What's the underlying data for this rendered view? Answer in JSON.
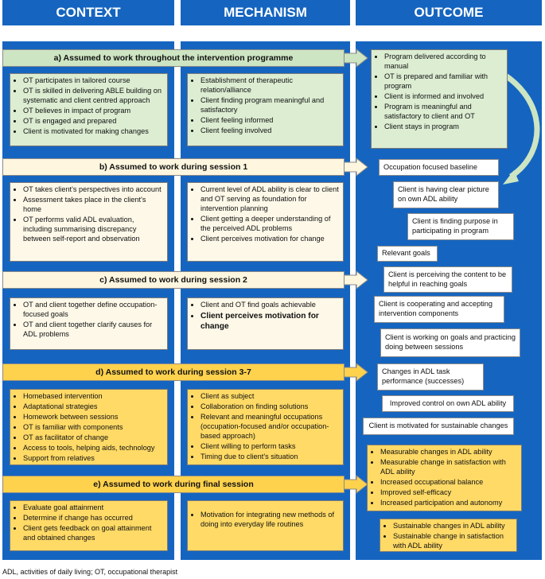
{
  "headers": {
    "context": "CONTEXT",
    "mechanism": "MECHANISM",
    "outcome": "OUTCOME"
  },
  "banners": [
    "a) Assumed to work throughout the intervention programme",
    "b) Assumed to work during session 1",
    "c) Assumed to work during session 2",
    "d) Assumed to work during session 3-7",
    "e) Assumed to work during final session"
  ],
  "context": {
    "a": [
      "OT participates in tailored course",
      "OT is skilled in delivering ABLE building on systematic and client centred approach",
      "OT believes in impact of program",
      "OT is engaged and prepared",
      "Client is motivated for making changes"
    ],
    "b": [
      "OT takes client's perspectives into account",
      "Assessment takes place in the client's home",
      "OT performs valid ADL evaluation, including summarising discrepancy between self-report and observation"
    ],
    "c": [
      "OT and client together define occupation-focused goals",
      "OT and client together clarify causes for ADL problems"
    ],
    "d": [
      "Homebased intervention",
      "Adaptational strategies",
      "Homework between sessions",
      "OT is familiar with components",
      "OT as facilitator of change",
      "Access to tools, helping aids, technology",
      "Support from relatives"
    ],
    "e": [
      "Evaluate goal attainment",
      "Determine if change has occurred",
      "Client gets feedback on goal attainment and obtained changes"
    ]
  },
  "mechanism": {
    "a": [
      "Establishment of therapeutic relation/alliance",
      "Client finding program meaningful and satisfactory",
      "Client feeling informed",
      "Client feeling involved"
    ],
    "b": [
      "Current level of ADL ability is clear to client and OT serving as foundation for intervention planning",
      "Client getting a deeper understanding of the perceived ADL problems",
      "Client perceives motivation for change"
    ],
    "c": [
      "Client and OT find goals achievable",
      "Client perceives motivation for change"
    ],
    "d": [
      "Client as subject",
      "Collaboration on finding solutions",
      "Relevant and meaningful occupations (occupation-focused and/or occupation-based approach)",
      "Client willing to perform tasks",
      "Timing due to client's situation"
    ],
    "e": [
      "Motivation for integrating new methods of doing into everyday life routines"
    ]
  },
  "outcome": {
    "a": [
      "Program delivered according to manual",
      "OT is prepared and familiar with program",
      "Client is informed and involved",
      "Program is meaningful and satisfactory to client and OT",
      "Client stays in program"
    ],
    "b1": "Occupation focused baseline",
    "b2": "Client is having clear picture on own ADL ability",
    "b3": "Client is finding purpose in participating in program",
    "c1": "Relevant goals",
    "c2": "Client is perceiving the content to be helpful in reaching goals",
    "c3": "Client is cooperating and accepting intervention components",
    "c4": "Client is working on goals and practicing doing between sessions",
    "d1": "Changes in ADL task performance (successes)",
    "d2": "Improved control on own ADL ability",
    "d3": "Client is motivated for sustainable changes",
    "e1": [
      "Measurable changes in ADL ability",
      "Measurable change in satisfaction with ADL ability",
      "Increased occupational balance",
      "Improved self-efficacy",
      "Increased participation and autonomy"
    ],
    "e2": [
      "Sustainable changes in ADL ability",
      "Sustainable change in satisfaction with ADL ability"
    ]
  },
  "footer": "ADL, activities of daily living; OT, occupational therapist",
  "colors": {
    "blue": "#1565c0",
    "green": "#cde5c2",
    "cream": "#fef6df",
    "yellow": "#ffd24d"
  }
}
